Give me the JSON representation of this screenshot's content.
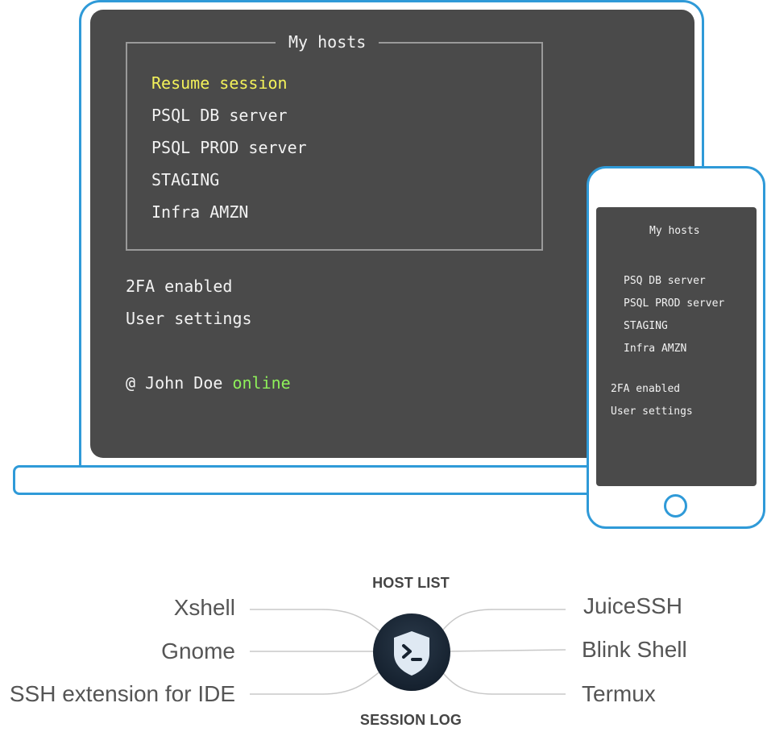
{
  "laptop": {
    "hosts_title": "My hosts",
    "hosts": [
      {
        "label": "Resume session",
        "active": true
      },
      {
        "label": "PSQL DB server",
        "active": false
      },
      {
        "label": "PSQL PROD server",
        "active": false
      },
      {
        "label": "STAGING",
        "active": false
      },
      {
        "label": "Infra AMZN",
        "active": false
      }
    ],
    "menu": [
      "2FA enabled",
      "User settings"
    ],
    "user_prefix": "@ John Doe",
    "status": "online"
  },
  "phone": {
    "title": "My hosts",
    "hosts": [
      "PSQ DB server",
      "PSQL PROD server",
      "STAGING",
      "Infra AMZN"
    ],
    "menu": [
      "2FA enabled",
      "User settings"
    ]
  },
  "diagram": {
    "top_caption": "HOST LIST",
    "bottom_caption": "SESSION LOG",
    "left_clients": [
      "Xshell",
      "Gnome",
      "SSH extension for IDE"
    ],
    "right_clients": [
      "JuiceSSH",
      "Blink Shell",
      "Termux"
    ],
    "hub_icon": "terminal-shield-icon"
  },
  "colors": {
    "device_outline": "#2f9ad8",
    "screen_bg": "#4a4a4a",
    "active_host": "#f3f15a",
    "online": "#8ef05a",
    "hub": "#162230"
  }
}
